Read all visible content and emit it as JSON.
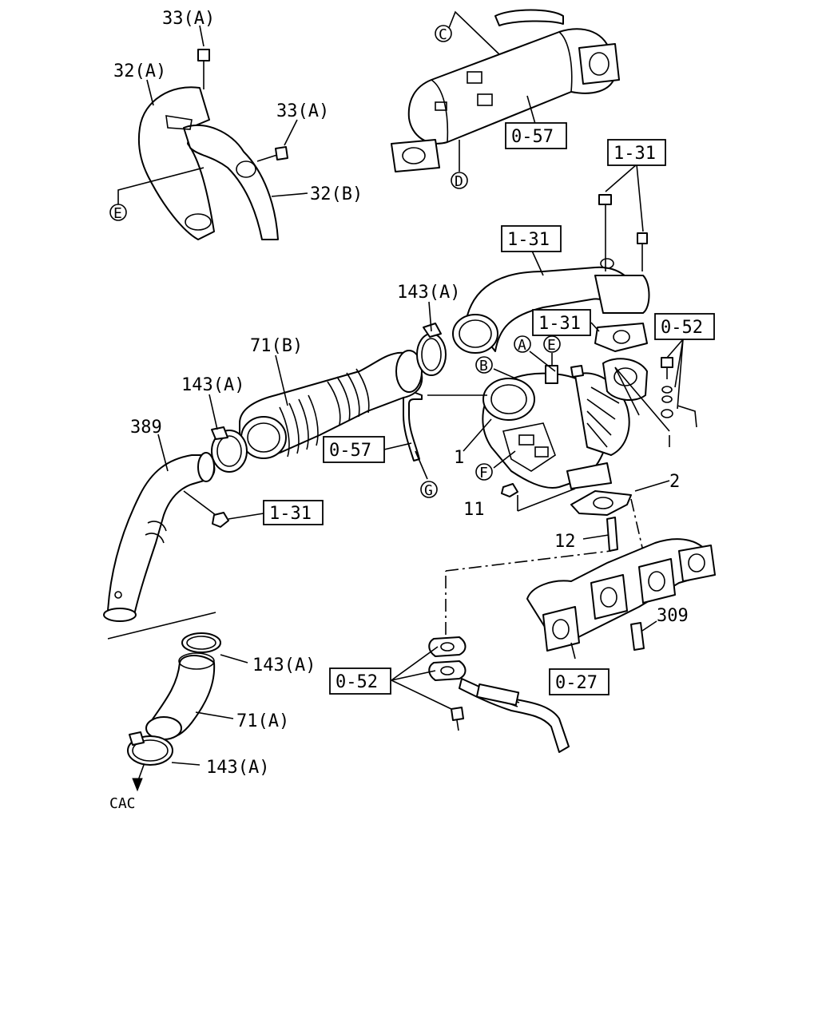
{
  "labels": {
    "bolt_33a_top": "33(A)",
    "bolt_33a_right": "33(A)",
    "shield_32a": "32(A)",
    "shield_32b": "32(B)",
    "hose_71b": "71(B)",
    "hose_71a": "71(A)",
    "clamp_143a_upper": "143(A)",
    "clamp_143a_mid": "143(A)",
    "clamp_143a_lower1": "143(A)",
    "clamp_143a_lower2": "143(A)",
    "pipe_389": "389",
    "turbo_1": "1",
    "gasket_2": "2",
    "nut_11": "11",
    "stud_12": "12",
    "bolt_309": "309",
    "cac": "CAC"
  },
  "refs": {
    "ref_057_top": "0-57",
    "ref_057_mid": "0-57",
    "ref_131_a": "1-31",
    "ref_131_b": "1-31",
    "ref_131_c": "1-31",
    "ref_131_d": "1-31",
    "ref_052_right": "0-52",
    "ref_052_bottom": "0-52",
    "ref_027": "0-27"
  },
  "markers": {
    "A": "A",
    "B": "B",
    "C": "C",
    "D": "D",
    "E_top": "E",
    "E_left": "E",
    "F": "F",
    "G": "G"
  }
}
